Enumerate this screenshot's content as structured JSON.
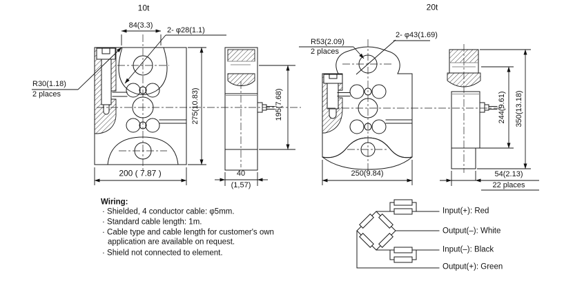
{
  "views": {
    "t10": {
      "title": "10t",
      "front": {
        "width_dim": "84(3.3)",
        "holes_label": "2- φ28(1.1)",
        "radius_label": "R30(1.18)",
        "radius_note": "2 places",
        "height_dim": "275(10.83)",
        "base_width_dim": "200 ( 7.87 )"
      },
      "side": {
        "height_dim": "195(7.68)",
        "width_dim": "40",
        "width_dim_inch": "(1,57)"
      }
    },
    "t20": {
      "title": "20t",
      "front": {
        "radius_label": "R53(2.09)",
        "radius_note": "2 places",
        "holes_label": "2- φ43(1.69)",
        "base_width_dim": "250(9.84)"
      },
      "side": {
        "inner_height_dim": "244(9.61)",
        "height_dim": "350(13.18)",
        "width_dim": "54(2.13)",
        "width_note": "22 places"
      }
    }
  },
  "wiring": {
    "heading": "Wiring:",
    "line1": "· Shielded, 4 conductor cable:  φ5mm.",
    "line2": "· Standard cable length: 1m.",
    "line3": "· Cable type and cable length for customer's own",
    "line4": "application are available on request.",
    "line5": "· Shield not connected to element."
  },
  "bridge": {
    "input_pos": "Input(+): Red",
    "output_neg": "Output(–): White",
    "input_neg": "Input(–): Black",
    "output_pos": "Output(+): Green"
  },
  "colors": {
    "line": "#1a1a1a",
    "background": "#ffffff"
  }
}
